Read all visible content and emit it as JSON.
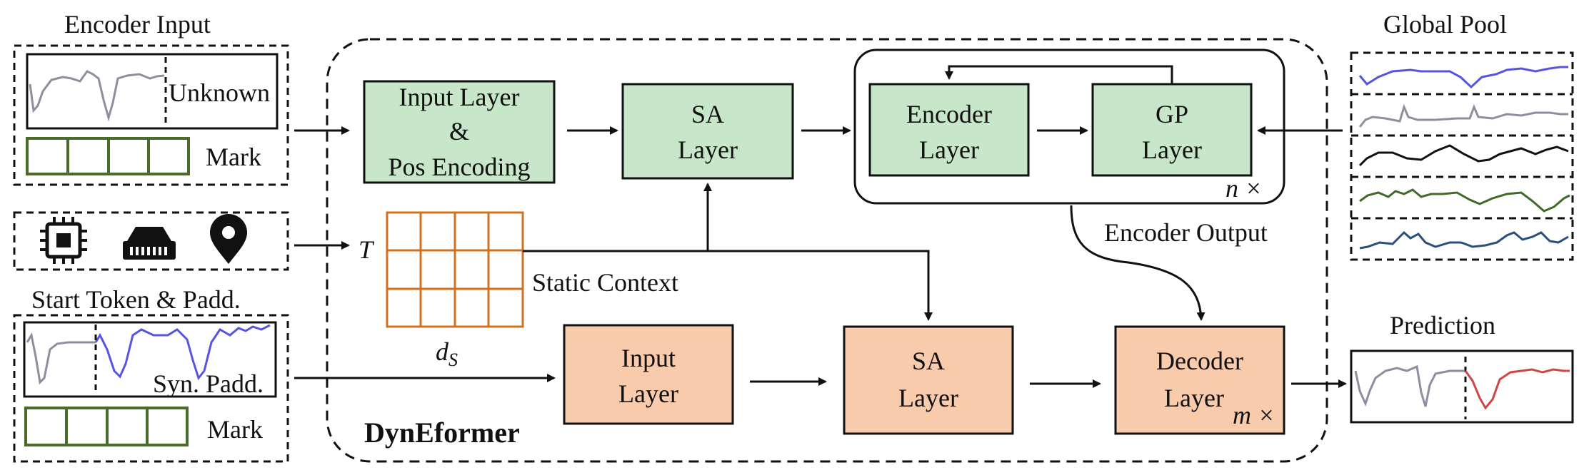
{
  "colors": {
    "green_fill": "#c8e6c9",
    "orange_fill": "#f8cbad",
    "grid_orange": "#d07020",
    "mark_green": "#4a6b2a",
    "series_gray": "#8e8e9e",
    "series_blue": "#5555e0",
    "series_black": "#111111",
    "series_green": "#3f6a2a",
    "series_navy": "#2a4f7a",
    "pred_red": "#d04545"
  },
  "labels": {
    "encoder_input": "Encoder Input",
    "unknown": "Unknown",
    "mark_top": "Mark",
    "start_token": "Start Token & Padd.",
    "syn_padd": "Syn. Padd.",
    "mark_bottom": "Mark",
    "static_context": "Static Context",
    "T": "T",
    "ds_base": "d",
    "ds_sub": "S",
    "dynEformer": "DynEformer",
    "encoder_output": "Encoder Output",
    "global_pool": "Global Pool",
    "prediction": "Prediction",
    "n_times": "n ×",
    "m_times": "m ×"
  },
  "boxes": {
    "input_pos_line1": "Input Layer",
    "input_pos_line2": "&",
    "input_pos_line3": "Pos Encoding",
    "sa_top_line1": "SA",
    "sa_top_line2": "Layer",
    "encoder_line1": "Encoder",
    "encoder_line2": "Layer",
    "gp_line1": "GP",
    "gp_line2": "Layer",
    "input_bottom_line1": "Input",
    "input_bottom_line2": "Layer",
    "sa_bottom_line1": "SA",
    "sa_bottom_line2": "Layer",
    "decoder_line1": "Decoder",
    "decoder_line2": "Layer"
  },
  "icons": [
    "cpu-chip-icon",
    "memory-module-icon",
    "location-pin-icon"
  ]
}
